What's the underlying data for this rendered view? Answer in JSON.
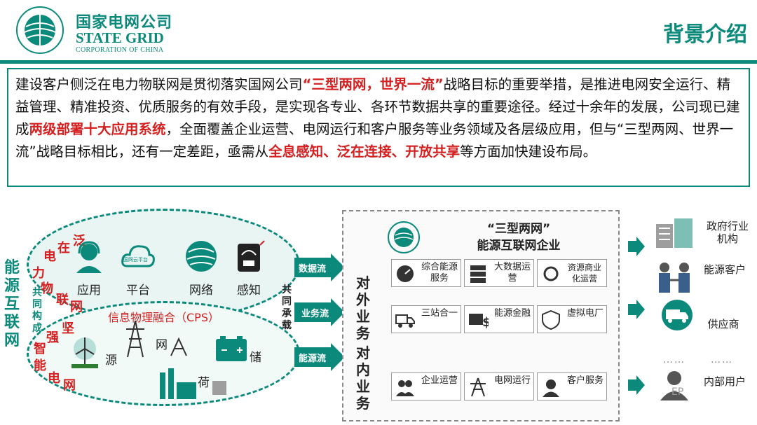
{
  "header": {
    "company_cn": "国家电网公司",
    "company_en": "STATE GRID",
    "company_sub": "CORPORATION OF CHINA",
    "page_title": "背景介绍",
    "accent": "#0b8a7c"
  },
  "intro": {
    "p1": "建设客户侧泛在电力物联网是贯彻落实国网公司",
    "p1_hl": "“三型两网，世界一流”",
    "p2": "战略目标的重要举措，是推进电网安全运行、精益管理、精准投资、优质服务的有效手段，是实现各专业、各环节数据共享的重要途径。经过十余年的发展，公司现已建成",
    "p2_hl": "两级部署十大应用系统",
    "p3": "，全面覆盖企业运营、电网运行和客户服务等业务领域及各层级应用，但与“三型两网、世界一流”战略目标相比，还有一定差距，亟需从",
    "p3_hl": "全息感知、泛在连接、开放共享",
    "p4": "等方面加快建设布局。",
    "highlight_color": "#d42020"
  },
  "diagram": {
    "left_label": "能源互联网",
    "iot_chars": [
      "泛",
      "在",
      "电",
      "力",
      "物",
      "联",
      "网"
    ],
    "grid_chars": [
      "坚",
      "强",
      "智",
      "能",
      "电",
      "网"
    ],
    "shared_build": "共同构成",
    "shared_carry": "共同承载",
    "cps": "信息物理融合（CPS）",
    "top_icons": [
      {
        "name": "headset-icon",
        "label": "应用"
      },
      {
        "name": "cloud-icon",
        "label": "平台",
        "caption": "国网云平台"
      },
      {
        "name": "globe-icon",
        "label": "网络"
      },
      {
        "name": "meter-icon",
        "label": "感知"
      }
    ],
    "bottom": {
      "yuan": "源",
      "wang": "网",
      "he": "荷",
      "chu": "储"
    },
    "streams": [
      "数据流",
      "业务流",
      "能源流"
    ]
  },
  "enterprise": {
    "title1": "“三型两网”",
    "title2": "能源互联网企业",
    "external": "对外业务",
    "internal": "对内业务",
    "boxes": [
      {
        "icon": "gauge-icon",
        "label": "综合能源服务"
      },
      {
        "icon": "database-icon",
        "label": "大数据运营"
      },
      {
        "icon": "recycle-icon",
        "label": "资源商业化运营"
      },
      {
        "icon": "truck-icon",
        "label": "三站合一"
      },
      {
        "icon": "money-icon",
        "label": "能源金融"
      },
      {
        "icon": "shield-icon",
        "label": "虚拟电厂"
      },
      {
        "icon": "people-icon",
        "label": "企业运营"
      },
      {
        "icon": "tower-icon",
        "label": "电网运行"
      },
      {
        "icon": "agent-icon",
        "label": "客户服务"
      }
    ]
  },
  "right": {
    "items": [
      {
        "icon": "building-icon",
        "label": "政府行业机构"
      },
      {
        "icon": "handshake-icon",
        "label": "能源客户"
      },
      {
        "icon": "truck-icon",
        "label": "供应商"
      },
      {
        "icon": "user-icon",
        "label": "内部用户"
      }
    ],
    "dots": "……",
    "watermark": "EP"
  }
}
